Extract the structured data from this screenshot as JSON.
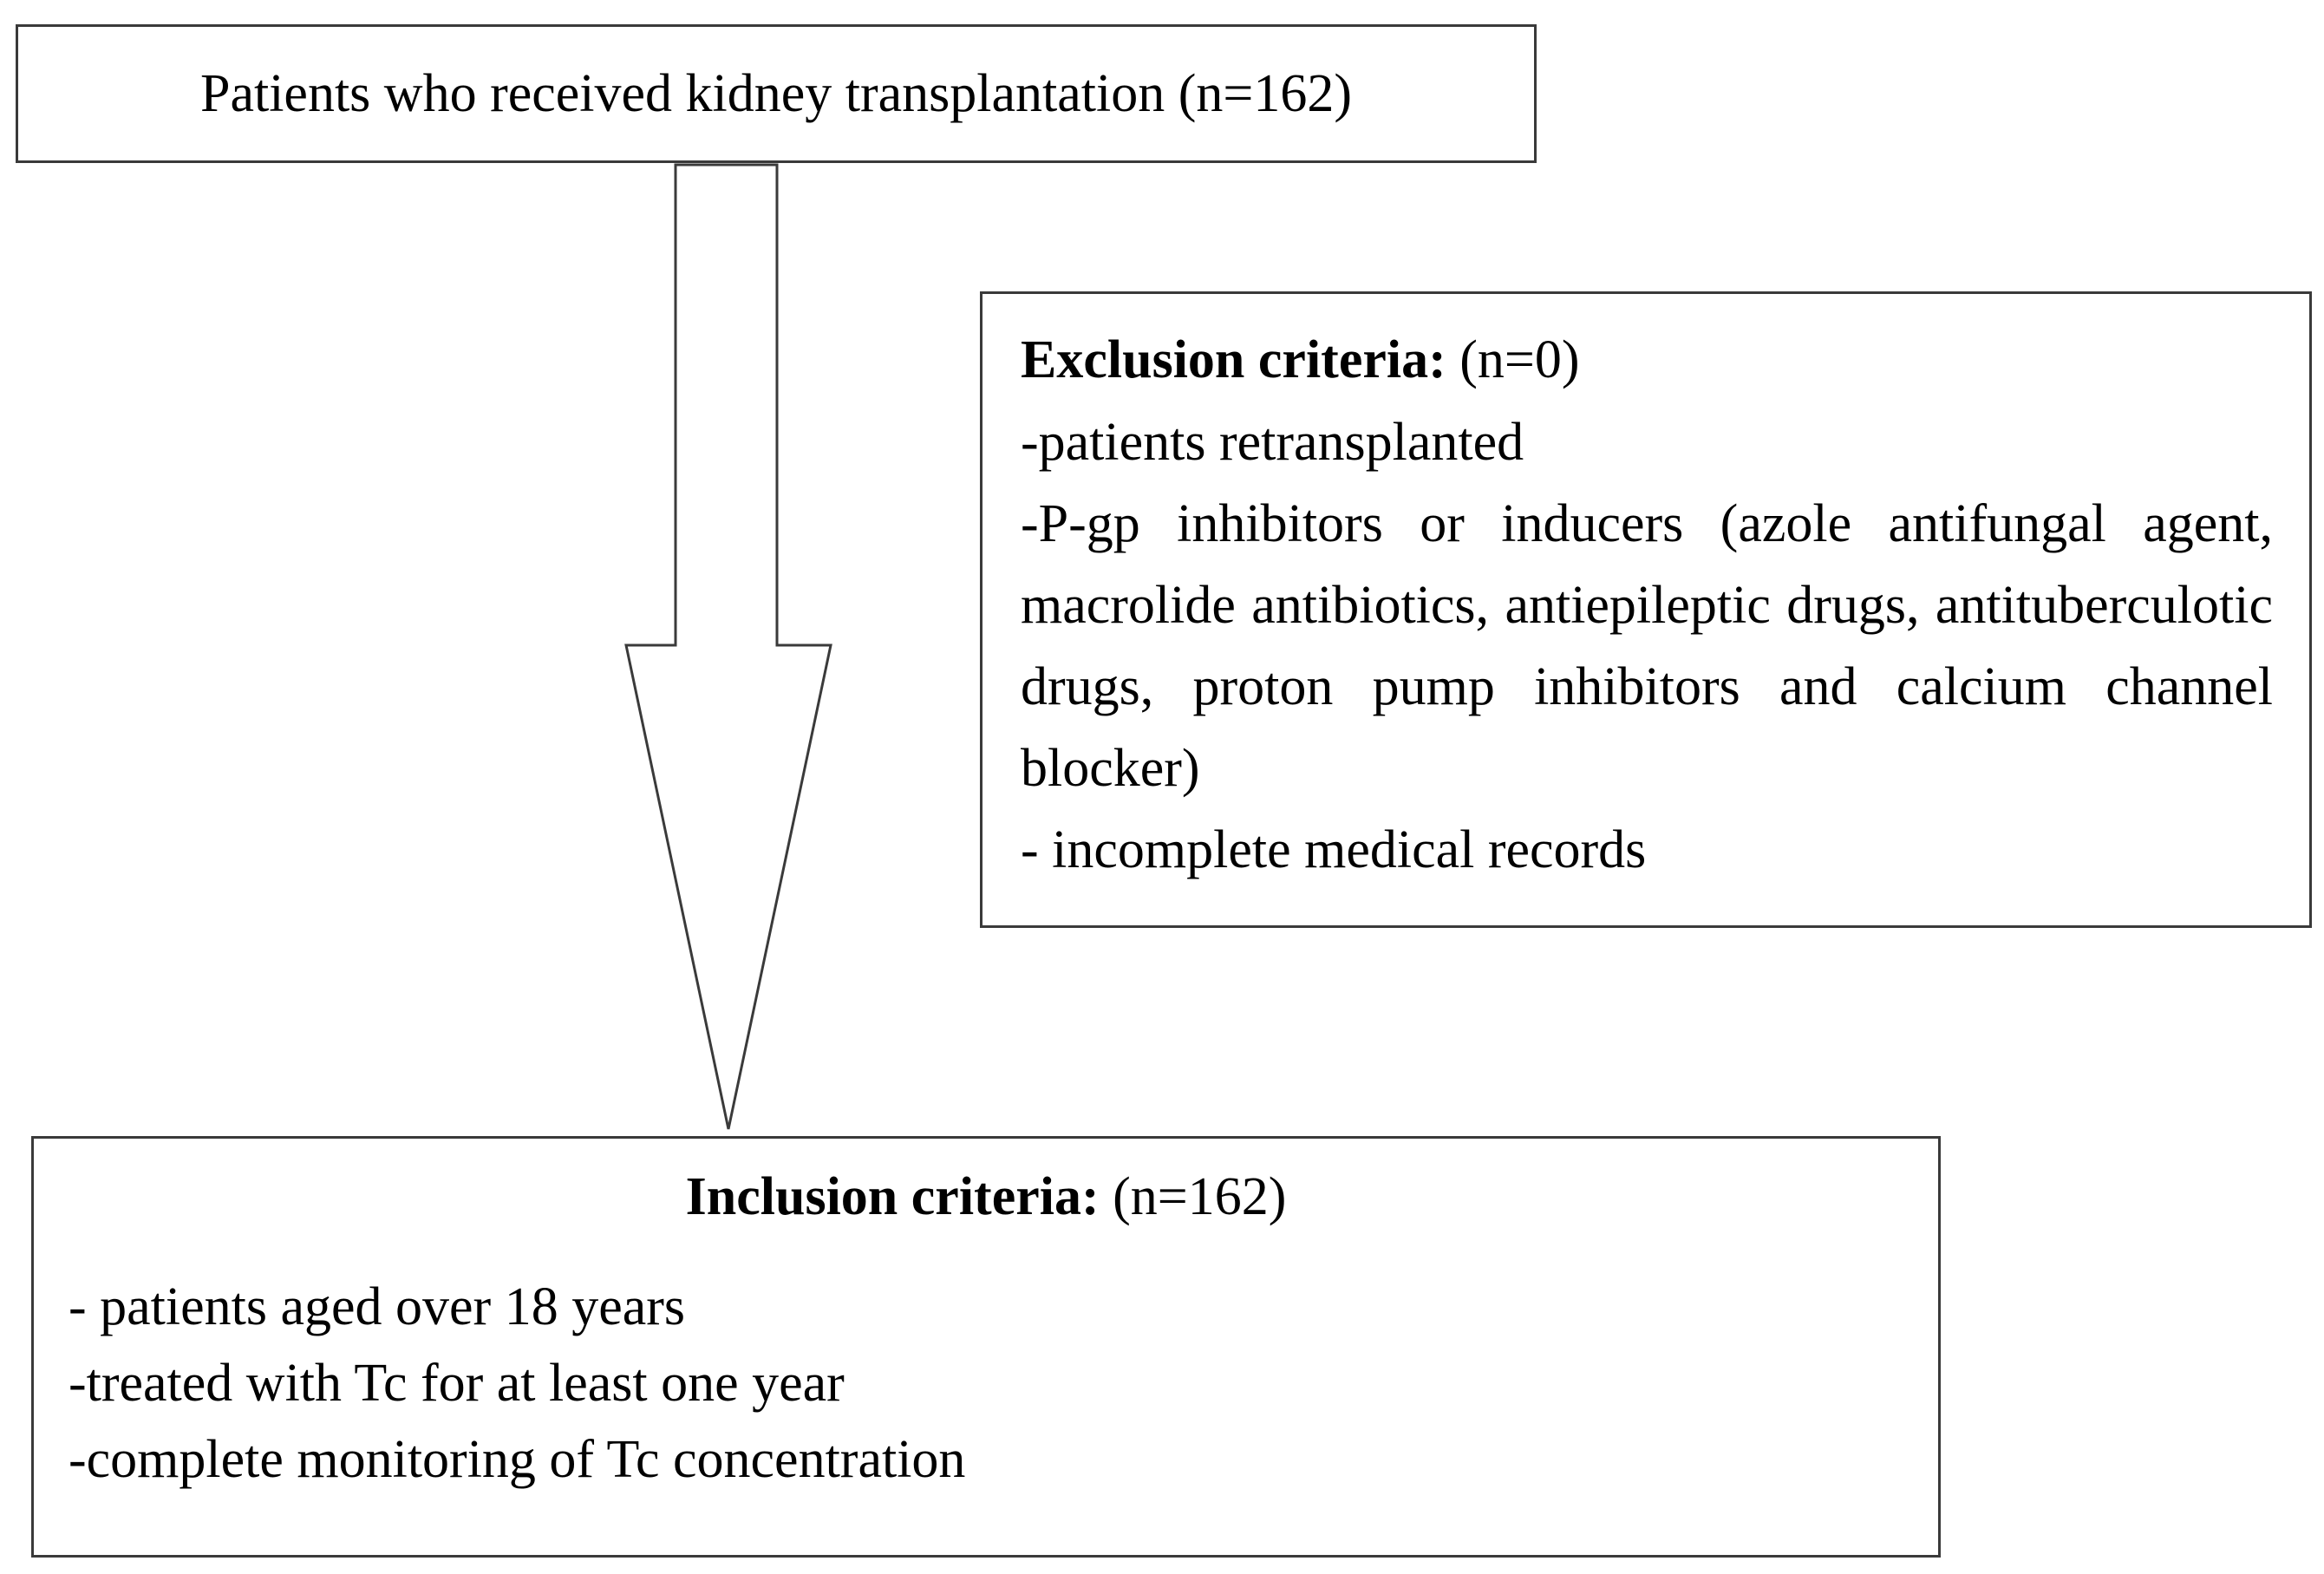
{
  "top_box": {
    "text": "Patients who received kidney transplantation (n=162)"
  },
  "exclusion": {
    "heading": "Exclusion criteria:",
    "count": "(n=0)",
    "items": [
      "-patients retransplanted",
      "-P-gp inhibitors or inducers (azole antifungal agent, macrolide antibiotics, antiepileptic drugs, antituberculotic drugs, proton pump inhibitors and calcium channel blocker)",
      "- incomplete medical records"
    ]
  },
  "inclusion": {
    "heading": "Inclusion criteria:",
    "count": "(n=162)",
    "items": [
      "- patients aged over 18 years",
      "-treated with Tc for at least one year",
      "-complete monitoring of Tc concentration"
    ]
  },
  "colors": {
    "border": "#3a3a3a",
    "text": "#000000",
    "background": "#ffffff"
  }
}
